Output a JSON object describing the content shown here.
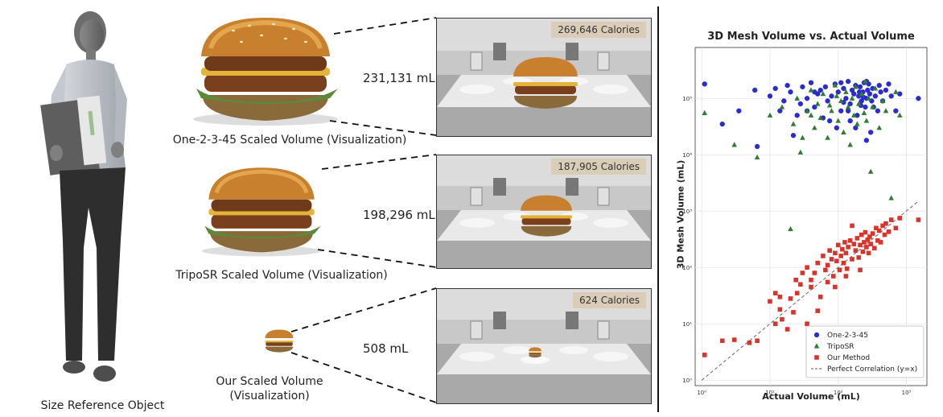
{
  "reference": {
    "caption": "Size Reference Object"
  },
  "rows": [
    {
      "caption": "One-2-3-45 Scaled Volume (Visualization)",
      "volume": "231,131 mL",
      "calories": "269,646 Calories"
    },
    {
      "caption": "TripoSR Scaled Volume (Visualization)",
      "volume": "198,296 mL",
      "calories": "187,905 Calories"
    },
    {
      "caption": "Our Scaled Volume\n(Visualization)",
      "volume": "508 mL",
      "calories": "624 Calories"
    }
  ],
  "colors": {
    "one2345": "#2b2bd6",
    "triposr": "#2e7d32",
    "ours": "#d9342b",
    "calorie_tag": "#d9cdb8"
  },
  "chart_data": {
    "type": "scatter",
    "title": "3D Mesh Volume vs. Actual Volume",
    "xlabel": "Actual Volume (mL)",
    "ylabel": "3D Mesh Volume (mL)",
    "xscale": "log",
    "yscale": "log",
    "xlim": [
      0.8,
      2000
    ],
    "ylim": [
      0.8,
      800000
    ],
    "x_ticks": [
      {
        "v": 1,
        "label": "10⁰"
      },
      {
        "v": 10,
        "label": "10¹"
      },
      {
        "v": 100,
        "label": "10²"
      },
      {
        "v": 1000,
        "label": "10³"
      }
    ],
    "y_ticks": [
      {
        "v": 1,
        "label": "10⁰"
      },
      {
        "v": 10,
        "label": "10¹"
      },
      {
        "v": 100,
        "label": "10²"
      },
      {
        "v": 1000,
        "label": "10³"
      },
      {
        "v": 10000,
        "label": "10⁴"
      },
      {
        "v": 100000,
        "label": "10⁵"
      }
    ],
    "grid": true,
    "legend_position": "bottom-right",
    "series": [
      {
        "name": "One-2-3-45",
        "marker": "circle",
        "color": "#2b2bd6",
        "points": [
          [
            1.1,
            180000
          ],
          [
            2,
            35000
          ],
          [
            3.5,
            60000
          ],
          [
            6,
            140000
          ],
          [
            6.5,
            14000
          ],
          [
            10,
            110000
          ],
          [
            12,
            150000
          ],
          [
            14,
            60000
          ],
          [
            16,
            90000
          ],
          [
            18,
            170000
          ],
          [
            20,
            130000
          ],
          [
            22,
            22000
          ],
          [
            25,
            50000
          ],
          [
            28,
            80000
          ],
          [
            30,
            160000
          ],
          [
            35,
            100000
          ],
          [
            40,
            190000
          ],
          [
            45,
            70000
          ],
          [
            50,
            120000
          ],
          [
            55,
            140000
          ],
          [
            60,
            45000
          ],
          [
            65,
            160000
          ],
          [
            70,
            90000
          ],
          [
            80,
            110000
          ],
          [
            90,
            180000
          ],
          [
            100,
            130000
          ],
          [
            110,
            60000
          ],
          [
            120,
            150000
          ],
          [
            130,
            100000
          ],
          [
            140,
            200000
          ],
          [
            150,
            80000
          ],
          [
            160,
            140000
          ],
          [
            170,
            120000
          ],
          [
            180,
            170000
          ],
          [
            190,
            50000
          ],
          [
            200,
            110000
          ],
          [
            210,
            160000
          ],
          [
            220,
            90000
          ],
          [
            230,
            130000
          ],
          [
            240,
            190000
          ],
          [
            250,
            70000
          ],
          [
            260,
            100000
          ],
          [
            270,
            140000
          ],
          [
            280,
            180000
          ],
          [
            290,
            120000
          ],
          [
            300,
            25000
          ],
          [
            310,
            90000
          ],
          [
            320,
            150000
          ],
          [
            350,
            110000
          ],
          [
            380,
            60000
          ],
          [
            400,
            170000
          ],
          [
            420,
            130000
          ],
          [
            450,
            90000
          ],
          [
            500,
            140000
          ],
          [
            550,
            180000
          ],
          [
            600,
            110000
          ],
          [
            700,
            60000
          ],
          [
            800,
            120000
          ],
          [
            1500,
            100000
          ],
          [
            150,
            40000
          ],
          [
            95,
            30000
          ],
          [
            75,
            40000
          ],
          [
            45,
            130000
          ],
          [
            35,
            60000
          ],
          [
            260,
            200000
          ],
          [
            330,
            70000
          ],
          [
            260,
            18000
          ],
          [
            180,
            30000
          ],
          [
            140,
            60000
          ],
          [
            120,
            85000
          ],
          [
            110,
            190000
          ],
          [
            205,
            130000
          ],
          [
            215,
            75000
          ],
          [
            235,
            105000
          ]
        ]
      },
      {
        "name": "TripoSR",
        "marker": "triangle",
        "color": "#2e7d32",
        "points": [
          [
            1.1,
            55000
          ],
          [
            3,
            15000
          ],
          [
            6.5,
            9000
          ],
          [
            10,
            50000
          ],
          [
            15,
            70000
          ],
          [
            20,
            480
          ],
          [
            22,
            35000
          ],
          [
            25,
            100000
          ],
          [
            30,
            20000
          ],
          [
            35,
            60000
          ],
          [
            40,
            140000
          ],
          [
            45,
            30000
          ],
          [
            50,
            80000
          ],
          [
            55,
            45000
          ],
          [
            60,
            120000
          ],
          [
            70,
            20000
          ],
          [
            80,
            60000
          ],
          [
            90,
            170000
          ],
          [
            100,
            40000
          ],
          [
            110,
            90000
          ],
          [
            120,
            25000
          ],
          [
            130,
            130000
          ],
          [
            140,
            70000
          ],
          [
            150,
            15000
          ],
          [
            160,
            100000
          ],
          [
            170,
            50000
          ],
          [
            180,
            160000
          ],
          [
            190,
            35000
          ],
          [
            200,
            80000
          ],
          [
            220,
            120000
          ],
          [
            240,
            55000
          ],
          [
            250,
            200000
          ],
          [
            260,
            40000
          ],
          [
            280,
            100000
          ],
          [
            300,
            5000
          ],
          [
            320,
            70000
          ],
          [
            350,
            150000
          ],
          [
            400,
            30000
          ],
          [
            450,
            90000
          ],
          [
            500,
            60000
          ],
          [
            600,
            1700
          ],
          [
            700,
            130000
          ],
          [
            800,
            50000
          ],
          [
            40,
            50000
          ],
          [
            28,
            11000
          ],
          [
            75,
            75000
          ],
          [
            95,
            110000
          ]
        ]
      },
      {
        "name": "Our Method",
        "marker": "square",
        "color": "#d9342b",
        "points": [
          [
            1.1,
            2.8
          ],
          [
            2,
            5
          ],
          [
            3,
            5.2
          ],
          [
            5,
            4.6
          ],
          [
            6.5,
            5
          ],
          [
            12,
            35
          ],
          [
            14,
            30
          ],
          [
            10,
            25
          ],
          [
            15,
            12
          ],
          [
            18,
            8
          ],
          [
            20,
            28
          ],
          [
            22,
            16
          ],
          [
            24,
            60
          ],
          [
            25,
            35
          ],
          [
            28,
            50
          ],
          [
            30,
            80
          ],
          [
            35,
            100
          ],
          [
            40,
            45
          ],
          [
            45,
            80
          ],
          [
            50,
            120
          ],
          [
            55,
            30
          ],
          [
            60,
            160
          ],
          [
            65,
            90
          ],
          [
            70,
            110
          ],
          [
            75,
            200
          ],
          [
            80,
            140
          ],
          [
            85,
            70
          ],
          [
            90,
            180
          ],
          [
            95,
            130
          ],
          [
            100,
            250
          ],
          [
            105,
            90
          ],
          [
            110,
            160
          ],
          [
            115,
            210
          ],
          [
            120,
            120
          ],
          [
            125,
            280
          ],
          [
            130,
            180
          ],
          [
            135,
            95
          ],
          [
            140,
            230
          ],
          [
            150,
            300
          ],
          [
            160,
            140
          ],
          [
            170,
            260
          ],
          [
            180,
            200
          ],
          [
            190,
            330
          ],
          [
            200,
            150
          ],
          [
            210,
            250
          ],
          [
            220,
            380
          ],
          [
            230,
            190
          ],
          [
            240,
            280
          ],
          [
            250,
            420
          ],
          [
            260,
            230
          ],
          [
            270,
            310
          ],
          [
            280,
            180
          ],
          [
            290,
            350
          ],
          [
            300,
            260
          ],
          [
            320,
            400
          ],
          [
            340,
            220
          ],
          [
            360,
            500
          ],
          [
            380,
            300
          ],
          [
            400,
            450
          ],
          [
            420,
            280
          ],
          [
            450,
            550
          ],
          [
            480,
            380
          ],
          [
            500,
            600
          ],
          [
            550,
            430
          ],
          [
            600,
            700
          ],
          [
            700,
            500
          ],
          [
            800,
            750
          ],
          [
            1500,
            700
          ],
          [
            50,
            17
          ],
          [
            35,
            10
          ],
          [
            14,
            18
          ],
          [
            12,
            10
          ],
          [
            40,
            60
          ],
          [
            70,
            55
          ],
          [
            90,
            45
          ],
          [
            160,
            550
          ],
          [
            210,
            90
          ],
          [
            130,
            70
          ]
        ]
      }
    ],
    "reference_line": {
      "name": "Perfect Correlation (y=x)",
      "from": [
        1,
        1
      ],
      "to": [
        1500,
        1500
      ]
    }
  }
}
